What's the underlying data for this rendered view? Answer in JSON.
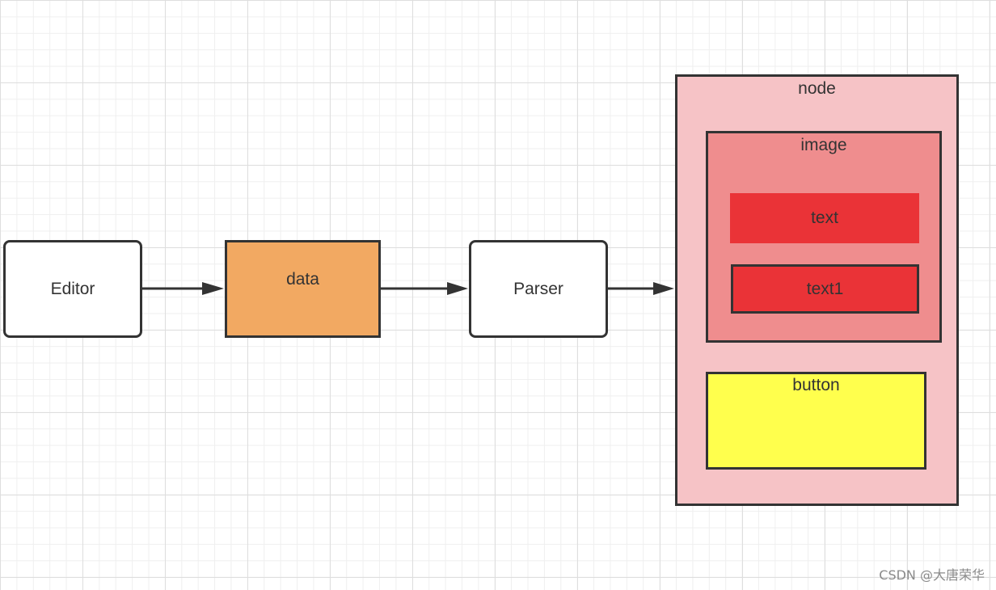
{
  "diagram": {
    "nodes": {
      "editor": "Editor",
      "data": "data",
      "parser": "Parser",
      "node": "node",
      "image": "image",
      "text": "text",
      "text1": "text1",
      "button": "button"
    },
    "edges": [
      {
        "from": "editor",
        "to": "data"
      },
      {
        "from": "data",
        "to": "parser"
      },
      {
        "from": "parser",
        "to": "node"
      }
    ],
    "colors": {
      "stroke": "#333333",
      "data_fill": "#f2a962",
      "node_fill": "#f6c3c6",
      "image_fill": "#ef8d8e",
      "text_fill": "#ea3337",
      "button_fill": "#ffff4d",
      "grid_major": "#dedede",
      "grid_minor": "#efefef"
    }
  },
  "watermark": "CSDN @大唐荣华"
}
